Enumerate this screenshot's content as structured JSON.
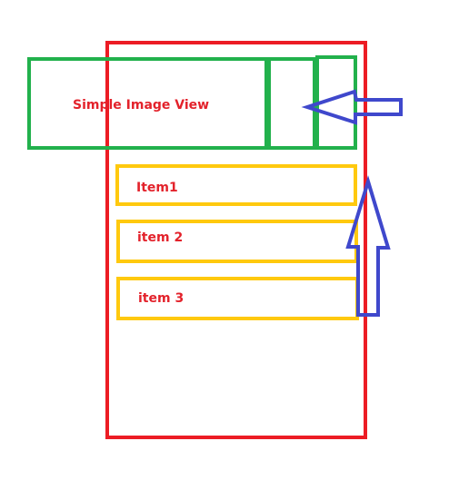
{
  "colors": {
    "container": "#ec1c24",
    "image_view": "#22b14c",
    "item": "#ffc90e",
    "arrow": "#3f48cc",
    "label": "#e3222b"
  },
  "labels": {
    "image_view": "Simple Image View",
    "items": [
      "Item1",
      "item 2",
      "item 3"
    ]
  },
  "icons": {
    "left_arrow": "left-arrow-icon",
    "up_arrow": "up-arrow-icon"
  }
}
